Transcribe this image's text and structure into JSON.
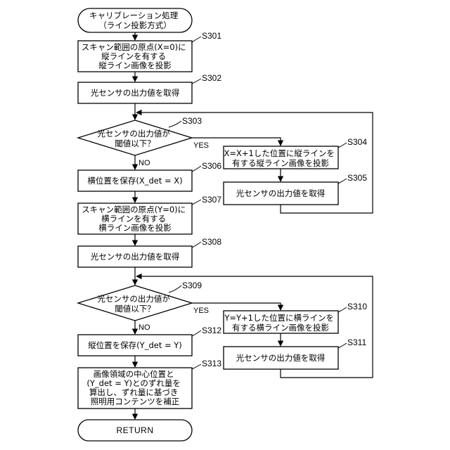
{
  "start": {
    "lines": [
      "キャリブレーション処理",
      "（ライン投影方式）"
    ]
  },
  "steps": {
    "s301": {
      "label": "S301",
      "lines": [
        "スキャン範囲の原点(X=0)に",
        "縦ラインを有する",
        "縦ライン画像を投影"
      ]
    },
    "s302": {
      "label": "S302",
      "lines": [
        "光センサの出力値を取得"
      ]
    },
    "s303": {
      "label": "S303",
      "lines": [
        "光センサの出力値が",
        "閾値以下？"
      ]
    },
    "s304": {
      "label": "S304",
      "lines": [
        "X=X+1した位置に縦ラインを",
        "有する縦ライン画像を投影"
      ]
    },
    "s305": {
      "label": "S305",
      "lines": [
        "光センサの出力値を取得"
      ]
    },
    "s306": {
      "label": "S306",
      "lines": [
        "横位置を保存(X_det = X)"
      ]
    },
    "s307": {
      "label": "S307",
      "lines": [
        "スキャン範囲の原点(Y=0)に",
        "横ラインを有する",
        "横ライン画像を投影"
      ]
    },
    "s308": {
      "label": "S308",
      "lines": [
        "光センサの出力値を取得"
      ]
    },
    "s309": {
      "label": "S309",
      "lines": [
        "光センサの出力値が",
        "閾値以下？"
      ]
    },
    "s310": {
      "label": "S310",
      "lines": [
        "Y=Y+1した位置に横ラインを",
        "有する横ライン画像を投影"
      ]
    },
    "s311": {
      "label": "S311",
      "lines": [
        "光センサの出力値を取得"
      ]
    },
    "s312": {
      "label": "S312",
      "lines": [
        "縦位置を保存(Y_det = Y)"
      ]
    },
    "s313": {
      "label": "S313",
      "lines": [
        "画像領域の中心位置と",
        "(Y_det = Y)とのずれ量を",
        "算出し、ずれ量に基づき",
        "照明用コンテンツを補正"
      ]
    }
  },
  "branch_labels": {
    "yes": "YES",
    "no": "NO"
  },
  "end": {
    "label": "RETURN"
  }
}
